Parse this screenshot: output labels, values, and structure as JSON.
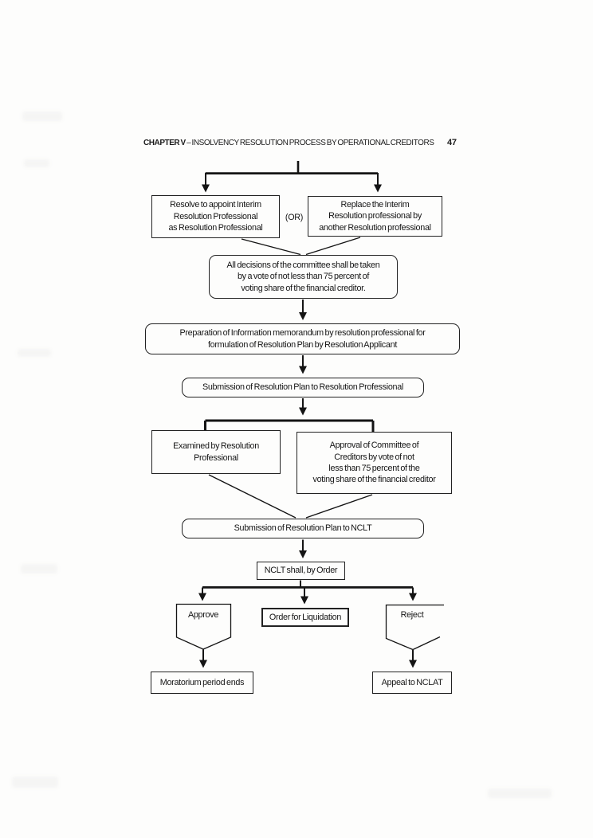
{
  "header": {
    "chapter": "CHAPTER V",
    "title": " – INSOLVENCY RESOLUTION PROCESS BY OPERATIONAL CREDITORS",
    "page_number": "47"
  },
  "flowchart": {
    "or_label": "(OR)",
    "nodes": {
      "resolve_appoint": "Resolve to appoint Interim\nResolution Professional\nas Resolution Professional",
      "replace_interim": "Replace the Interim\nResolution professional by\nanother Resolution professional",
      "committee_decisions": "All decisions of the committee shall be taken\nby a vote of not less than 75 percent of\nvoting share of the financial creditor.",
      "info_memorandum": "Preparation of Information memorandum by resolution professional for\nformulation of Resolution Plan by Resolution Applicant",
      "submission_to_rp": "Submission of Resolution Plan to Resolution Professional",
      "examined_by_rp": "Examined by Resolution\nProfessional",
      "coc_approval": "Approval of Committee of\nCreditors by vote of not\nless than 75 percent of the\nvoting share of the financial creditor",
      "submission_to_nclt": "Submission of Resolution Plan to NCLT",
      "nclt_order": "NCLT shall, by Order",
      "approve": "Approve",
      "order_for_liquidation": "Order for Liquidation",
      "reject": "Reject",
      "moratorium_ends": "Moratorium period ends",
      "appeal_to_nclat": "Appeal to NCLAT"
    }
  },
  "colors": {
    "ink": "#1b1b1b",
    "line": "#141414",
    "page": "#fdfdfc"
  }
}
